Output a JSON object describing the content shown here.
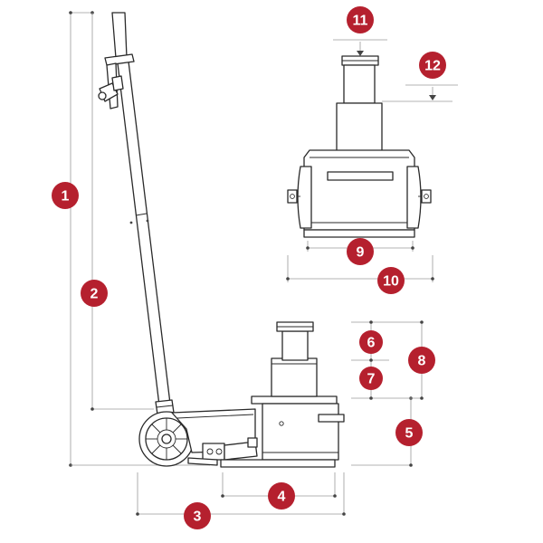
{
  "colors": {
    "badge": "#b5202e",
    "badge_text": "#ffffff",
    "outline": "#2a2a2a",
    "dimension_line": "#9a9a9a"
  },
  "callouts": [
    "1",
    "2",
    "3",
    "4",
    "5",
    "6",
    "7",
    "8",
    "9",
    "10",
    "11",
    "12"
  ]
}
